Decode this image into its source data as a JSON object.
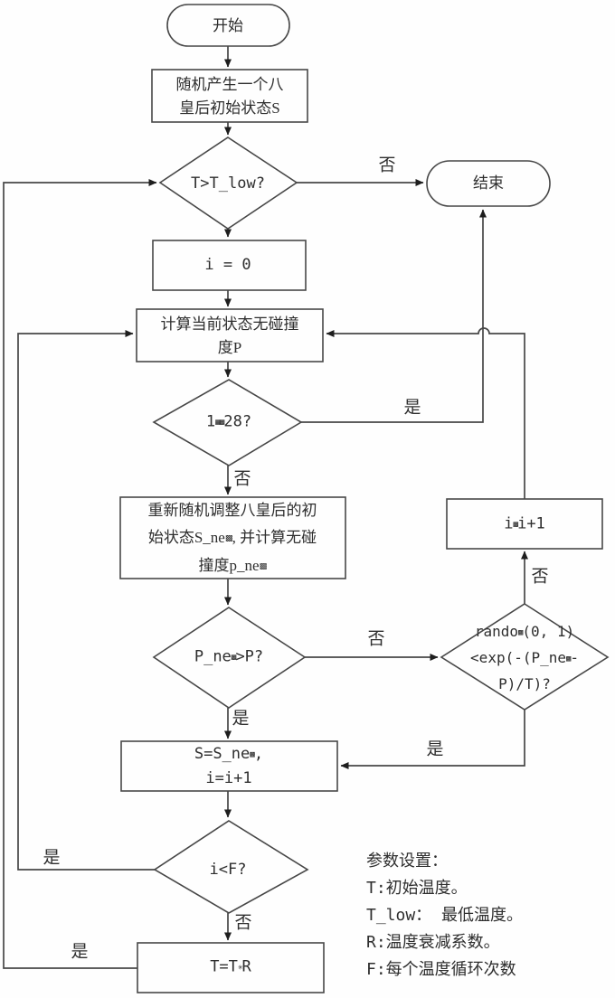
{
  "page": {
    "background": "#fefefe",
    "line_color": "#474747",
    "arrow_color": "#1e1e1e",
    "text_color": "#2e2e2e"
  },
  "nodes": {
    "start": {
      "label": "开始"
    },
    "init": {
      "line1": "随机产生一个八",
      "line2": "皇后初始状态S"
    },
    "temp_check": {
      "label": "T>T_low?"
    },
    "end": {
      "label": "结束"
    },
    "set_i": {
      "label": "i = 0"
    },
    "calc_p": {
      "line1": "计算当前状态无碰撞",
      "line2": "度P"
    },
    "p28_check": {
      "pre": "1",
      "tofu": "▦▩",
      "post": "28?"
    },
    "adjust": {
      "line1": "重新随机调整八皇后的初",
      "line2_pre": "始状态S_ne",
      "line2_tofu": "▩",
      "line2_post": ", 并计算无碰",
      "line3_pre": "撞度p_ne",
      "line3_tofu": "▩"
    },
    "pnew_check": {
      "pre": "P_ne",
      "tofu": "▩",
      "post": ">P?"
    },
    "random_check": {
      "l1_pre": "rando",
      "l1_tofu": "▩",
      "l1_post": "(0, 1)",
      "l2_pre": "<exp(-(P_ne",
      "l2_tofu": "▩",
      "l2_post": "-",
      "l3": "P)/T)?"
    },
    "inc_i": {
      "pre": "i",
      "tofu": "▩",
      "post": "i+1"
    },
    "assign": {
      "l1_pre": "S=S_ne",
      "l1_tofu": "▩",
      "l1_post": ",",
      "l2": "i=i+1"
    },
    "iter_check": {
      "label": "i<F?"
    },
    "cool": {
      "pre": "T=T",
      "tofu": "✳",
      "post": "R"
    }
  },
  "edge_labels": {
    "temp_no": "否",
    "p28_yes": "是",
    "p28_no": "否",
    "pnew_no": "否",
    "pnew_yes": "是",
    "random_no": "否",
    "random_yes": "是",
    "iter_no": "否",
    "iter_yes": "是",
    "cool_yes": "是"
  },
  "legend": {
    "title": "参数设置：",
    "lines": [
      "T:初始温度。",
      "T_low： 最低温度。",
      "R:温度衰减系数。",
      "F:每个温度循环次数"
    ]
  }
}
